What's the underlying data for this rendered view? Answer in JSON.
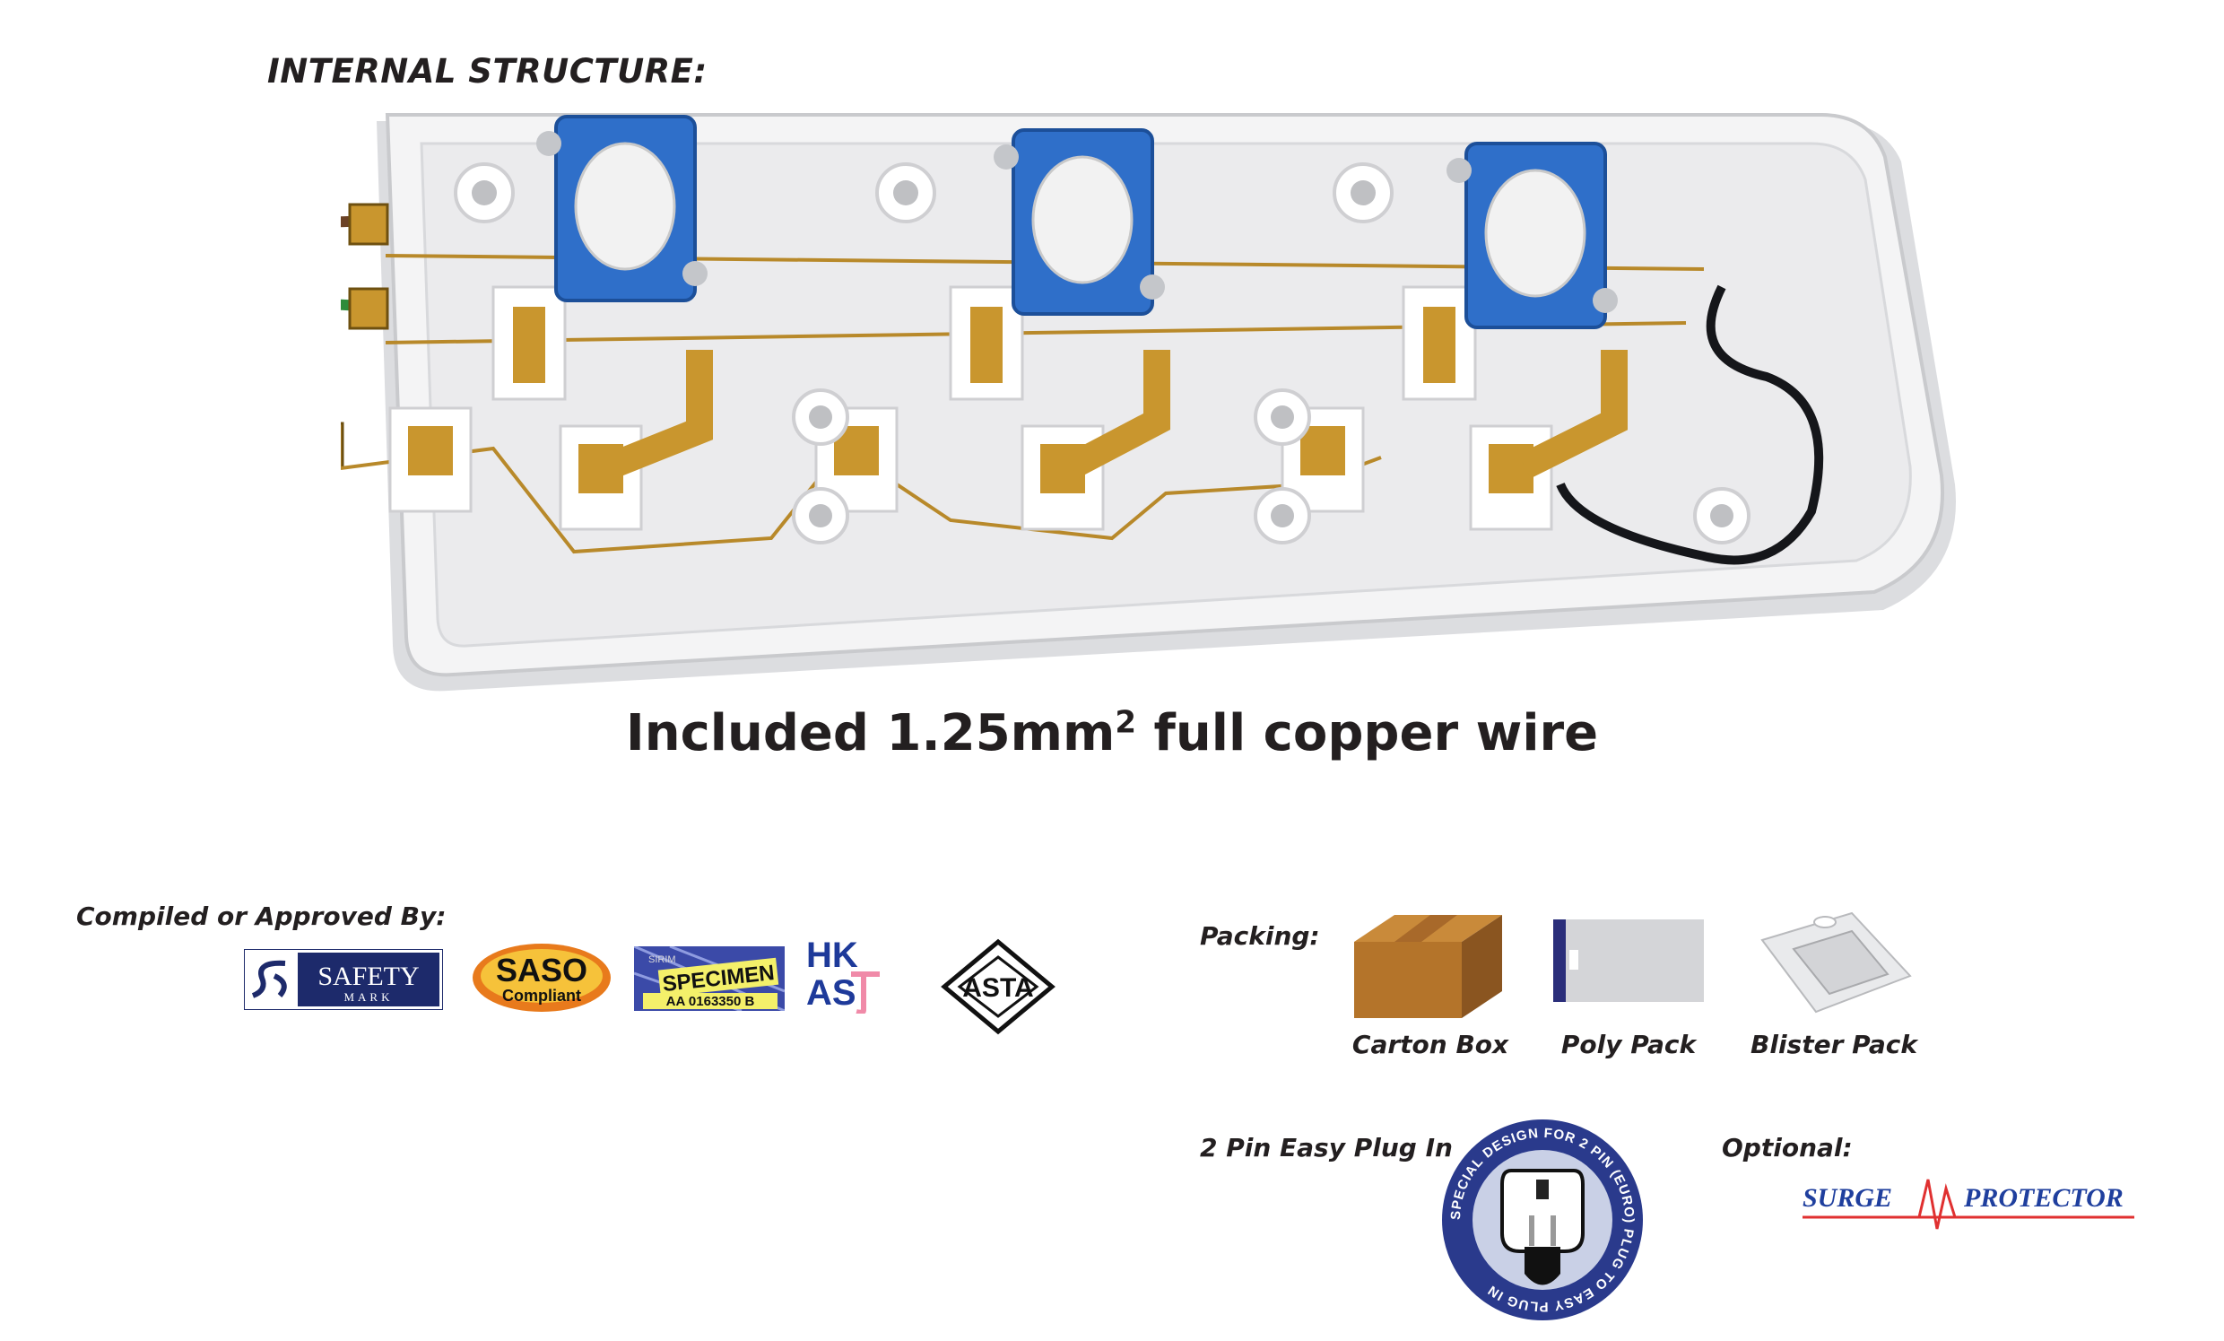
{
  "header": {
    "title": "INTERNAL STRUCTURE:"
  },
  "caption": {
    "main": "Included 1.25mm",
    "sup": "2",
    "tail": " full copper wire"
  },
  "approvals": {
    "label": "Compiled or Approved By:",
    "safety": {
      "line1": "SAFETY",
      "line2": "MARK"
    },
    "saso": {
      "line1": "SASO",
      "line2": "Compliant"
    },
    "sirim": {
      "top": "SIRIM",
      "word": "SPECIMEN",
      "code": "AA 0163350 B"
    },
    "hkast": {
      "l1": "HK",
      "l2": "AS"
    },
    "asta": {
      "text": "ASTA"
    }
  },
  "packing": {
    "label": "Packing:",
    "items": [
      {
        "label": "Carton Box"
      },
      {
        "label": "Poly Pack"
      },
      {
        "label": "Blister Pack"
      }
    ]
  },
  "plug": {
    "label": "2 Pin Easy Plug In",
    "ring_text": "SPECIAL DESIGN FOR 2 PIN (EURO) PLUG TO EASY PLUG IN"
  },
  "optional": {
    "label": "Optional:",
    "left": "SURGE",
    "right": "PROTECTOR"
  },
  "colors": {
    "socket_blue": "#2f6fc9",
    "brass": "#c9962e",
    "surge_blue": "#1f3f9e",
    "surge_red": "#e03030"
  }
}
